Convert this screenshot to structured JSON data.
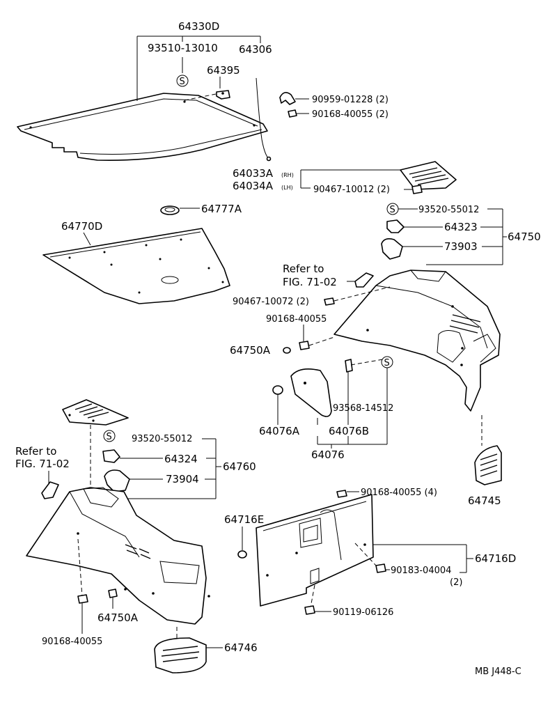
{
  "labels": {
    "p64330D": "64330D",
    "p93510": "93510-13010",
    "p64306": "64306",
    "p64395": "64395",
    "p90959": "90959-01228 (2)",
    "p90168a": "90168-40055 (2)",
    "p64033A": "64033A",
    "p64033A_sub": "(RH)",
    "p64034A": "64034A",
    "p64034A_sub": "(LH)",
    "p90467a": "90467-10012 (2)",
    "p64777A": "64777A",
    "p64770D": "64770D",
    "p93520a": "93520-55012",
    "p64323": "64323",
    "p73903": "73903",
    "p64750": "64750",
    "refer1_a": "Refer to",
    "refer1_b": "FIG. 71-02",
    "p90467b": "90467-10072 (2)",
    "p90168b": "90168-40055",
    "p64750A_top": "64750A",
    "p93568": "93568-14512",
    "p64076A": "64076A",
    "p64076B": "64076B",
    "p64076": "64076",
    "p64745": "64745",
    "refer2_a": "Refer to",
    "refer2_b": "FIG. 71-02",
    "p93520b": "93520-55012",
    "p64324": "64324",
    "p73904": "73904",
    "p64760": "64760",
    "p90168c": "90168-40055 (4)",
    "p64716E": "64716E",
    "p64716D": "64716D",
    "p90183": "90183-04004",
    "p90183_qty": "(2)",
    "p90119": "90119-06126",
    "p64750A_bot": "64750A",
    "p90168d": "90168-40055",
    "p64746": "64746",
    "symbol_s": "S",
    "drawing_code": "MB J448-C"
  }
}
